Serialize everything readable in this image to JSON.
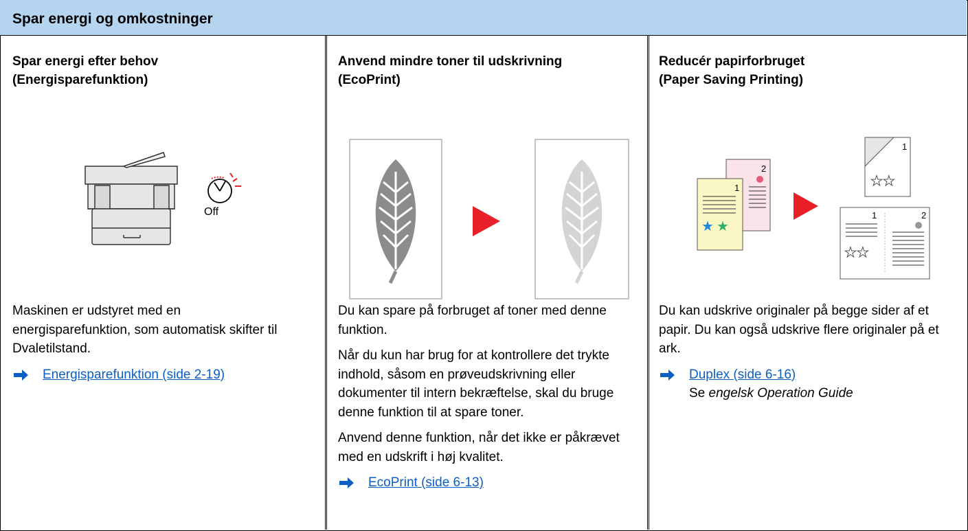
{
  "header": {
    "title": "Spar energi og omkostninger"
  },
  "columns": [
    {
      "title_line1": "Spar energi efter behov",
      "title_line2": "(Energisparefunktion)",
      "illustration": {
        "timer_label": "Off"
      },
      "paragraphs": [
        "Maskinen er udstyret med en energisparefunktion, som automatisk skifter til Dvaletilstand."
      ],
      "link": {
        "text": "Energisparefunktion (side 2-19)"
      }
    },
    {
      "title_line1": "Anvend mindre toner til udskrivning",
      "title_line2": "(EcoPrint)",
      "paragraphs": [
        "Du kan spare på forbruget af toner med denne funktion.",
        "Når du kun har brug for at kontrollere det trykte indhold, såsom en prøveudskrivning eller dokumenter til intern bekræftelse, skal du bruge denne funktion til at spare toner.",
        "Anvend denne funktion, når det ikke er påkrævet med en udskrift i høj kvalitet."
      ],
      "link": {
        "text": "EcoPrint (side 6-13)"
      }
    },
    {
      "title_line1": "Reducér papirforbruget",
      "title_line2": "(Paper Saving Printing)",
      "illustration": {
        "page_numbers": [
          "1",
          "2",
          "1",
          "1",
          "2"
        ]
      },
      "paragraphs": [
        "Du kan udskrive originaler på begge sider af et papir. Du kan også udskrive flere originaler på et ark."
      ],
      "link": {
        "text": "Duplex (side 6-16)"
      },
      "note_prefix": "Se ",
      "note_italic": "engelsk Operation Guide"
    }
  ],
  "colors": {
    "header_bg": "#b4d4f0",
    "link": "#0b5fc4",
    "arrow_red": "#e8202a",
    "page_yellow": "#fbf7c4",
    "page_pink": "#fbe3ea"
  }
}
